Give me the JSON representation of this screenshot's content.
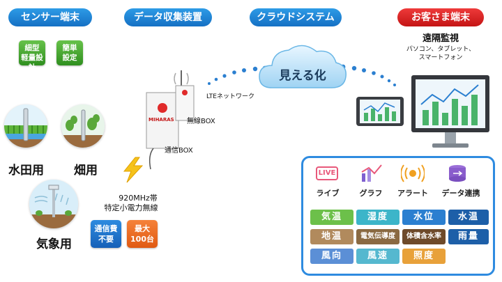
{
  "headers": {
    "sensor": "センサー端末",
    "data_device": "データ収集装置",
    "cloud": "クラウドシステム",
    "client": "お客さま端末"
  },
  "sensor_features": [
    {
      "line1": "細型",
      "line2": "軽量設計"
    },
    {
      "line1": "簡単",
      "line2": "設定"
    }
  ],
  "sensor_types": {
    "paddy": "水田用",
    "field": "畑用",
    "weather": "気象用"
  },
  "device": {
    "brand": "MIHARAS",
    "wireless_box": "無線BOX",
    "comm_box": "通信BOX",
    "network": "LTEネットワーク",
    "radio_line1": "920MHz帯",
    "radio_line2": "特定小電力無線",
    "badge_fee_line1": "通信費",
    "badge_fee_line2": "不要",
    "badge_max_line1": "最大",
    "badge_max_line2": "100台"
  },
  "cloud_label": "見える化",
  "remote": {
    "title": "遠隔監視",
    "devices_line1": "パソコン、タブレット、",
    "devices_line2": "スマートフォン"
  },
  "features": [
    {
      "label": "ライブ",
      "icon": "live-icon"
    },
    {
      "label": "グラフ",
      "icon": "graph-icon"
    },
    {
      "label": "アラート",
      "icon": "alert-icon"
    },
    {
      "label": "データ連携",
      "icon": "data-link-icon"
    }
  ],
  "measurements": [
    {
      "label": "気温",
      "color": "#6cc04a"
    },
    {
      "label": "湿度",
      "color": "#3cb5c9"
    },
    {
      "label": "水位",
      "color": "#2b7fd0"
    },
    {
      "label": "水温",
      "color": "#1d5fa8"
    },
    {
      "label": "地温",
      "color": "#b18a5d"
    },
    {
      "label": "電気伝導度",
      "color": "#8a6a42"
    },
    {
      "label": "体積含水率",
      "color": "#6e4a2a"
    },
    {
      "label": "雨量",
      "color": "#1d5fa8"
    },
    {
      "label": "風向",
      "color": "#5b8fd6"
    },
    {
      "label": "風速",
      "color": "#55b8cf"
    },
    {
      "label": "照度",
      "color": "#e8a13a"
    }
  ]
}
